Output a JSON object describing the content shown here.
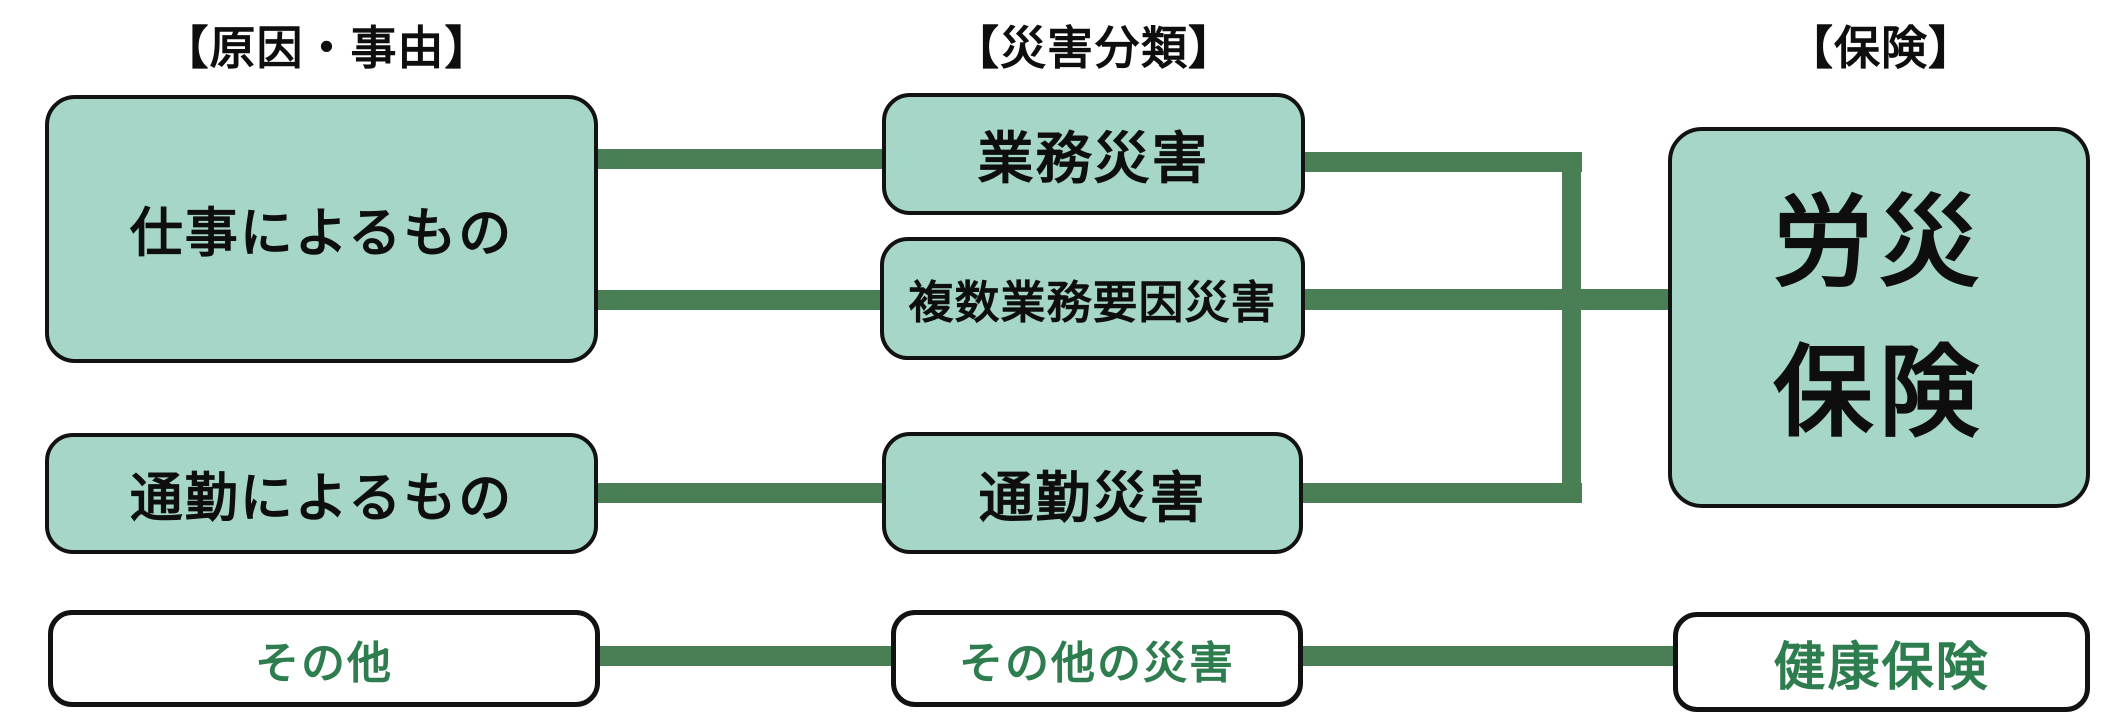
{
  "headers": {
    "cause": "【原因・事由】",
    "classification": "【災害分類】",
    "insurance": "【保険】"
  },
  "nodes": {
    "cause_work": "仕事によるもの",
    "cause_commute": "通勤によるもの",
    "cause_other": "その他",
    "class_work": "業務災害",
    "class_multi": "複数業務要因災害",
    "class_commute": "通勤災害",
    "class_other": "その他の災害",
    "ins_rosai_line1": "労災",
    "ins_rosai_line2": "保険",
    "ins_kenko": "健康保険"
  },
  "edges": [
    {
      "from": "仕事によるもの",
      "to": "業務災害"
    },
    {
      "from": "仕事によるもの",
      "to": "複数業務要因災害"
    },
    {
      "from": "通勤によるもの",
      "to": "通勤災害"
    },
    {
      "from": "業務災害",
      "to": "労災保険"
    },
    {
      "from": "複数業務要因災害",
      "to": "労災保険"
    },
    {
      "from": "通勤災害",
      "to": "労災保険"
    },
    {
      "from": "その他",
      "to": "その他の災害"
    },
    {
      "from": "その他の災害",
      "to": "健康保険"
    }
  ],
  "colors": {
    "background": "#ffffff",
    "node_fill_teal": "#a5d6c7",
    "node_fill_white": "#ffffff",
    "connector_green": "#4a7e54",
    "border_black": "#121212",
    "text_black": "#0e0e0e",
    "text_green": "#2e7d4f"
  }
}
